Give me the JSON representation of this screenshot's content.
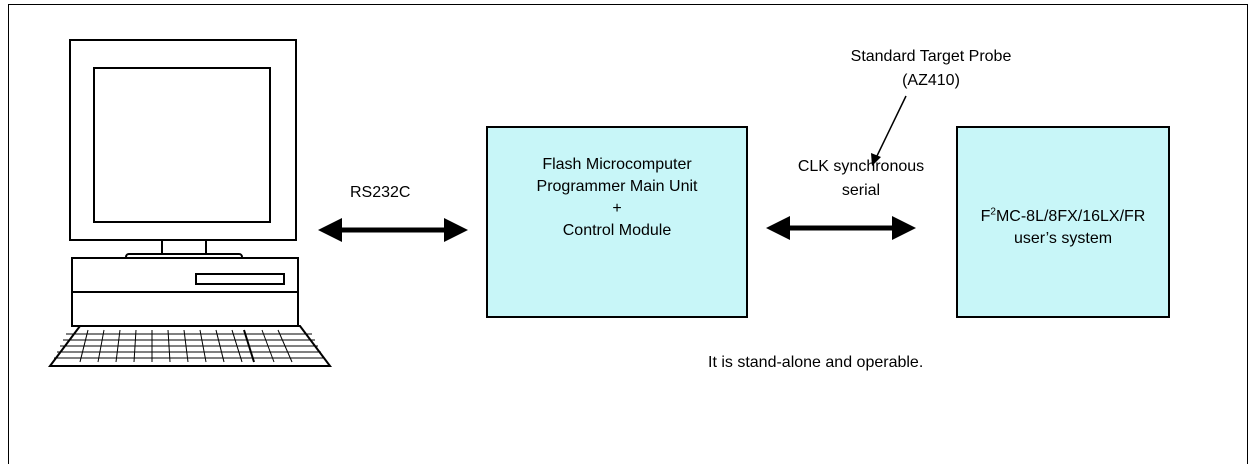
{
  "colors": {
    "box_fill": "#c8f6f8",
    "line": "#000000"
  },
  "link_left": {
    "label": "RS232C"
  },
  "main_unit": {
    "line1": "Flash Microcomputer",
    "line2": "Programmer Main Unit",
    "line3": "+",
    "line4": "Control Module"
  },
  "link_right": {
    "line1": "CLK synchronous",
    "line2": "serial"
  },
  "probe": {
    "line1": "Standard Target Probe",
    "line2": "(AZ410)"
  },
  "target": {
    "line1_prefix": "F",
    "line1_sup": "2",
    "line1_rest": "MC-8L/8FX/16LX/FR",
    "line2": "user’s system"
  },
  "note": "It is stand-alone and operable.",
  "icons": [
    "personal-computer-icon",
    "double-arrow-icon"
  ]
}
